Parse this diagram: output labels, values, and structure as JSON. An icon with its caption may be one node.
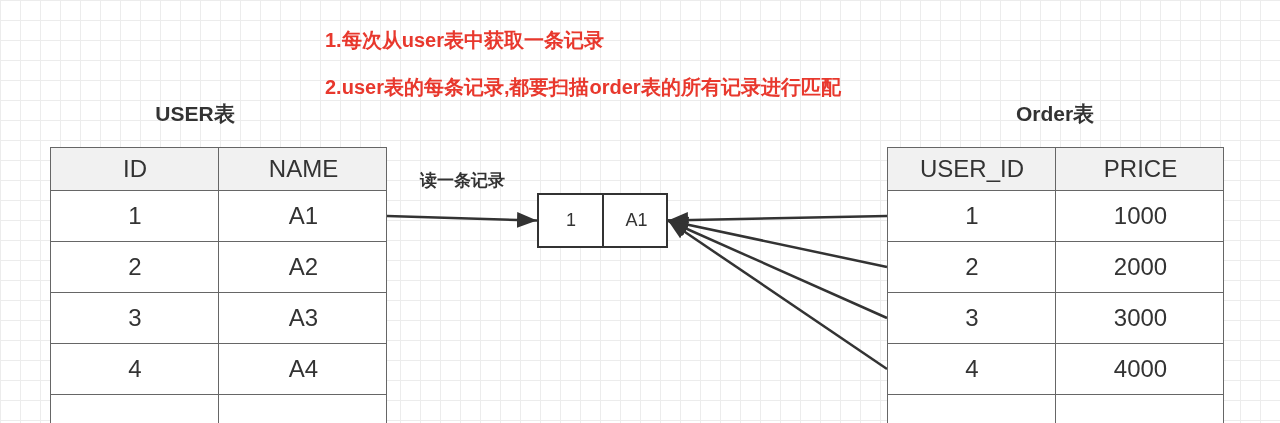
{
  "diagram": {
    "nodes": [
      {
        "text": [
          "USER表"
        ]
      },
      {
        "text": [
          "ID",
          "NAME"
        ],
        "in": 0
      },
      {
        "text": [
          "1",
          "A1"
        ],
        "in": 0
      },
      {
        "text": [
          "2",
          "A2"
        ],
        "in": 0
      },
      {
        "text": [
          "3",
          "A3"
        ],
        "in": 0
      },
      {
        "text": [
          "4",
          "A4"
        ],
        "in": 0
      },
      {
        "text": [],
        "shape": "box",
        "in": 0
      },
      {
        "text": [
          "1",
          "A1"
        ]
      },
      {
        "text": [
          "Order表"
        ]
      },
      {
        "text": [
          "USER_ID",
          "PRICE"
        ],
        "in": 8
      },
      {
        "text": [
          "1",
          "1000"
        ],
        "in": 8
      },
      {
        "text": [
          "2",
          "2000"
        ],
        "in": 8
      },
      {
        "text": [
          "3",
          "3000"
        ],
        "in": 8
      },
      {
        "text": [
          "4",
          "4000"
        ],
        "in": 8
      },
      {
        "text": [],
        "shape": "box",
        "in": 8
      }
    ],
    "edges": [
      {
        "from": 2,
        "to": 7,
        "arrow": "to",
        "label": "读一条记录"
      },
      {
        "from": 10,
        "to": 7,
        "arrow": "to"
      },
      {
        "from": 11,
        "to": 7,
        "arrow": "to"
      },
      {
        "from": 12,
        "to": 7,
        "arrow": "to"
      },
      {
        "from": 13,
        "to": 7,
        "arrow": "to"
      }
    ],
    "labels": [
      "1.每次从user表中获取一条记录",
      "2.user表的每条记录,都要扫描order表的所有记录进行匹配"
    ]
  }
}
